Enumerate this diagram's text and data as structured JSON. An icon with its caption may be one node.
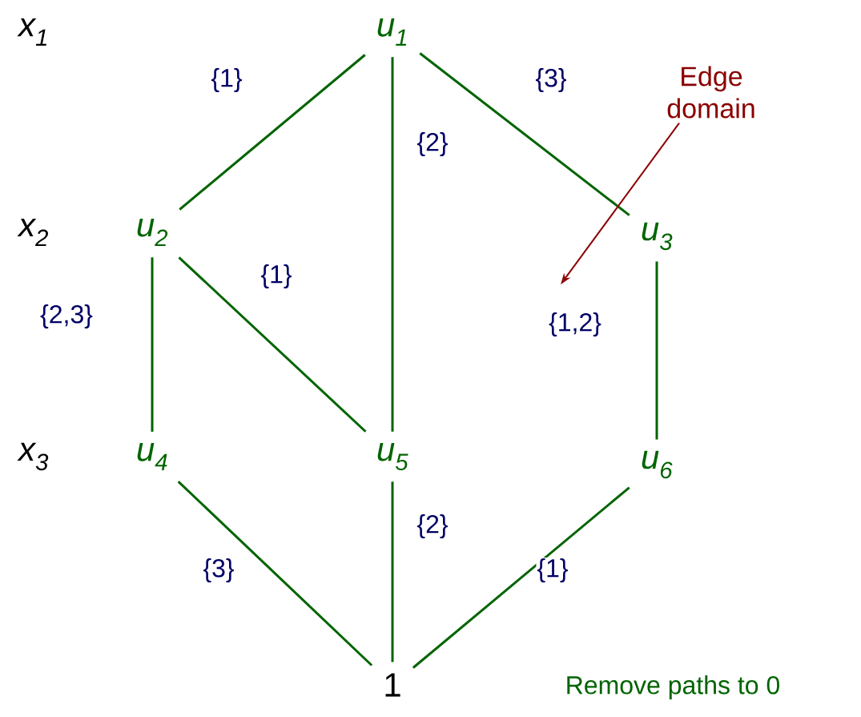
{
  "diagram": {
    "nodes": [
      {
        "text": [
          "u$_{1}$"
        ]
      },
      {
        "text": [
          "u$_{2}$"
        ]
      },
      {
        "text": [
          "u$_{3}$"
        ]
      },
      {
        "text": [
          "u$_{4}$"
        ]
      },
      {
        "text": [
          "u$_{5}$"
        ]
      },
      {
        "text": [
          "u$_{6}$"
        ]
      },
      {
        "text": [
          "1"
        ]
      },
      {
        "text": [
          "Edge domain"
        ]
      }
    ],
    "edges": [
      {
        "from": 0,
        "to": 1,
        "arrow": "none",
        "label": "{1}"
      },
      {
        "from": 0,
        "to": 4,
        "arrow": "none",
        "label": "{2}"
      },
      {
        "from": 0,
        "to": 2,
        "arrow": "none",
        "label": "{3}"
      },
      {
        "from": 1,
        "to": 3,
        "arrow": "none",
        "label": "{2,3}"
      },
      {
        "from": 1,
        "to": 4,
        "arrow": "none",
        "label": "{1}"
      },
      {
        "from": 2,
        "to": 5,
        "arrow": "none",
        "label": "{1,2}"
      },
      {
        "from": 3,
        "to": 6,
        "arrow": "none",
        "label": "{3}"
      },
      {
        "from": 4,
        "to": 6,
        "arrow": "none",
        "label": "{2}"
      },
      {
        "from": 5,
        "to": 6,
        "arrow": "none",
        "label": "{1}"
      },
      {
        "from": 7,
        "to": null,
        "arrow": "to",
        "color": "#8b0000"
      }
    ],
    "labels": [
      "x$_{1}$",
      "x$_{2}$",
      "x$_{3}$",
      "Remove paths to 0"
    ]
  }
}
